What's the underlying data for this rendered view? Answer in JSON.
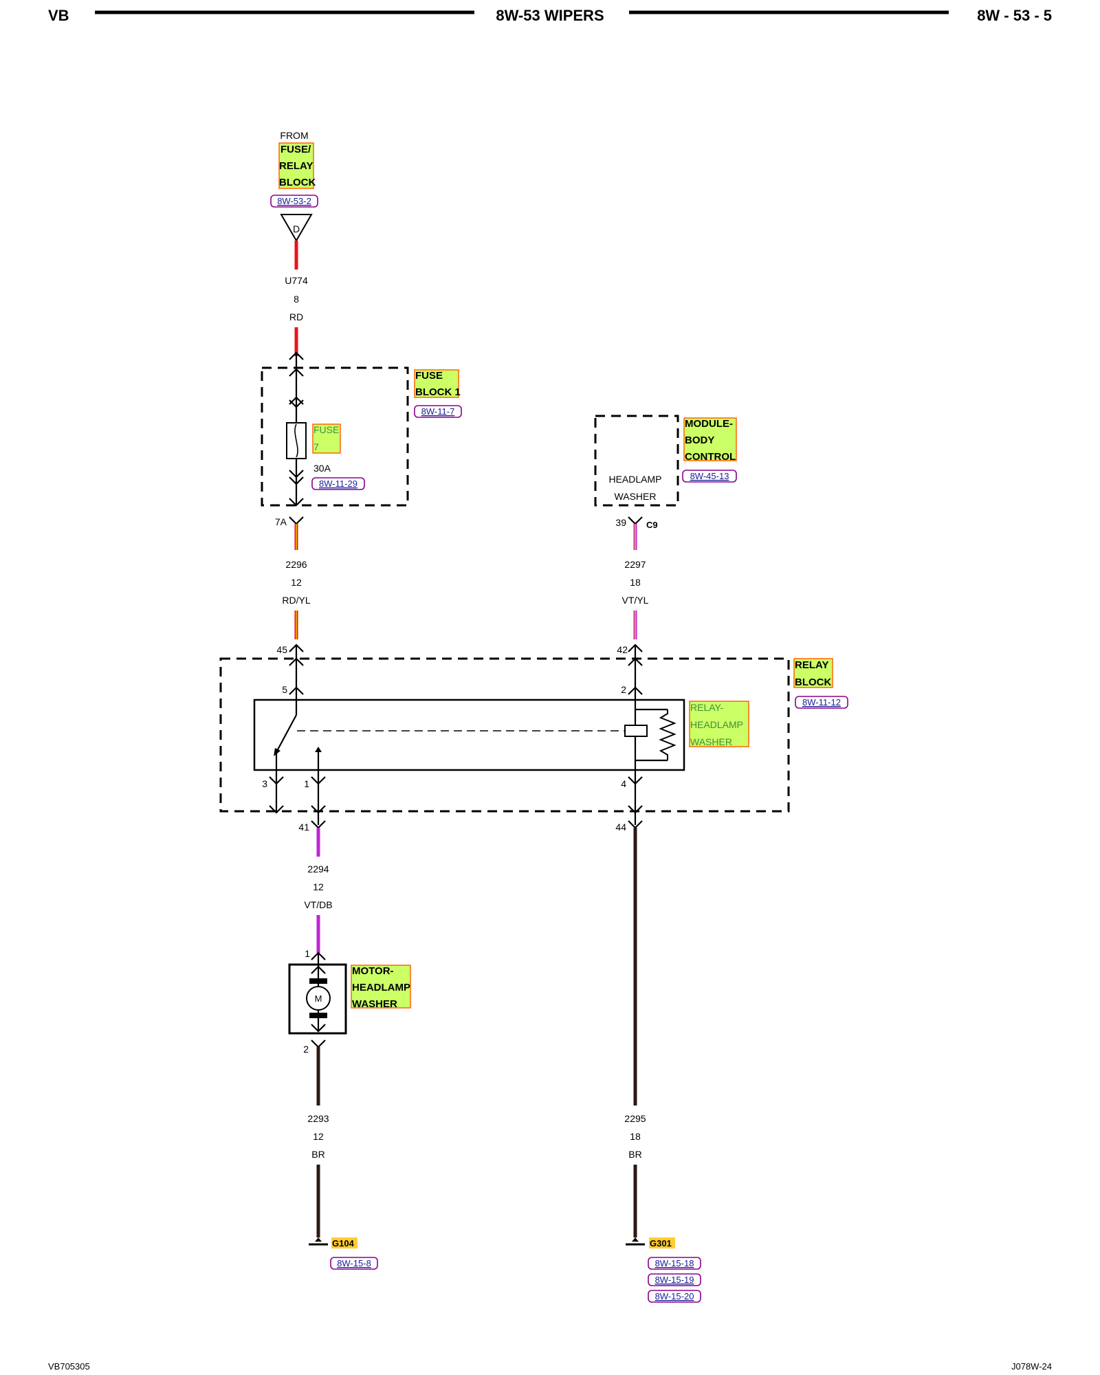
{
  "header": {
    "left": "VB",
    "title": "8W-53 WIPERS",
    "right": "8W - 53 - 5"
  },
  "footer": {
    "left": "VB705305",
    "right": "J078W-24"
  },
  "source": {
    "from_label": "FROM",
    "name_lines": [
      "FUSE/",
      "RELAY",
      "BLOCK"
    ],
    "ref": "8W-53-2",
    "connector_letter": "D"
  },
  "wires": {
    "u774": {
      "circuit": "U774",
      "gauge": "8",
      "color": "RD",
      "color_hex": "#e8141a"
    },
    "w2296": {
      "circuit": "2296",
      "gauge": "12",
      "color": "RD/YL",
      "color_hex": "#e8141a",
      "stripe_hex": "#f5c400"
    },
    "w2297": {
      "circuit": "2297",
      "gauge": "18",
      "color": "VT/YL",
      "color_hex": "#c026d3",
      "stripe_hex": "#f5c400"
    },
    "w2294": {
      "circuit": "2294",
      "gauge": "12",
      "color": "VT/DB",
      "color_hex": "#c026d3"
    },
    "w2293": {
      "circuit": "2293",
      "gauge": "12",
      "color": "BR",
      "color_hex": "#2b1a12"
    },
    "w2295": {
      "circuit": "2295",
      "gauge": "18",
      "color": "BR",
      "color_hex": "#2b1a12"
    }
  },
  "fuse_block": {
    "name_lines": [
      "FUSE",
      "BLOCK 1"
    ],
    "ref": "8W-11-7",
    "fuse_label_lines": [
      "FUSE",
      "7"
    ],
    "fuse_rating": "30A",
    "fuse_ref": "8W-11-29",
    "out_pin": "7A"
  },
  "module": {
    "name_lines": [
      "MODULE-",
      "BODY",
      "CONTROL"
    ],
    "ref": "8W-45-13",
    "inner_lines": [
      "HEADLAMP",
      "WASHER"
    ],
    "pin": "39",
    "connector": "C9"
  },
  "relay_block": {
    "name_lines": [
      "RELAY",
      "BLOCK"
    ],
    "ref": "8W-11-12",
    "relay_name_lines": [
      "RELAY-",
      "HEADLAMP",
      "WASHER"
    ],
    "pins": {
      "in_left": "45",
      "in_right": "42",
      "relay_5": "5",
      "relay_2": "2",
      "relay_3": "3",
      "relay_1": "1",
      "relay_4": "4",
      "out_left": "41",
      "out_right": "44"
    }
  },
  "motor": {
    "name_lines": [
      "MOTOR-",
      "HEADLAMP",
      "WASHER"
    ],
    "symbol": "M",
    "pin_top": "1",
    "pin_bottom": "2"
  },
  "grounds": [
    {
      "id": "G104",
      "refs": [
        "8W-15-8"
      ]
    },
    {
      "id": "G301",
      "refs": [
        "8W-15-18",
        "8W-15-19",
        "8W-15-20"
      ]
    }
  ],
  "icons": [
    "connector-chevron-icon",
    "fuse-icon",
    "relay-switch-icon",
    "relay-coil-icon",
    "motor-icon",
    "ground-icon"
  ]
}
